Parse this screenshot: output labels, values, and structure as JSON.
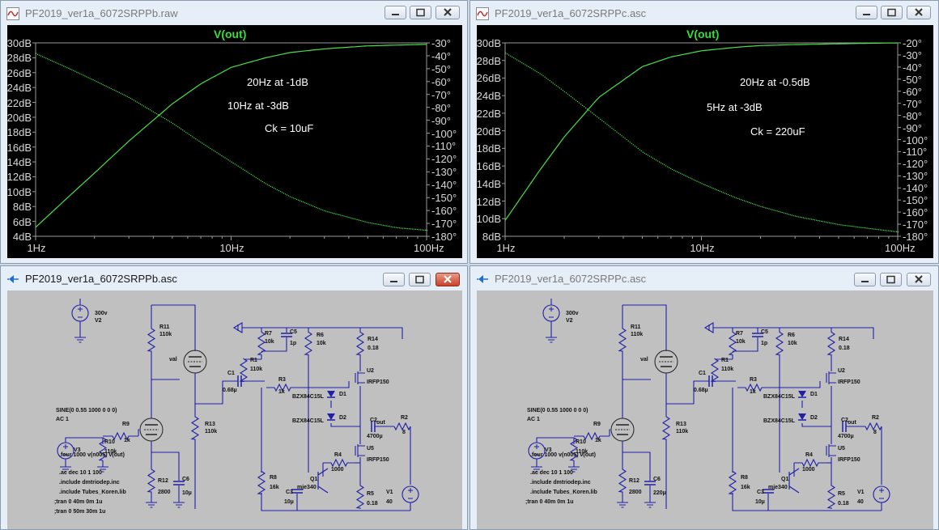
{
  "windows": {
    "plot_b": {
      "title": "PF2019_ver1a_6072SRPPb.raw",
      "trace_label": "V(out)",
      "y_left": [
        "30dB",
        "28dB",
        "26dB",
        "24dB",
        "22dB",
        "20dB",
        "18dB",
        "16dB",
        "14dB",
        "12dB",
        "10dB",
        "8dB",
        "6dB",
        "4dB"
      ],
      "y_right": [
        "-30°",
        "-40°",
        "-50°",
        "-60°",
        "-70°",
        "-80°",
        "-90°",
        "-100°",
        "-110°",
        "-120°",
        "-130°",
        "-140°",
        "-150°",
        "-160°",
        "-170°",
        "-180°"
      ],
      "x_ticks": [
        "1Hz",
        "10Hz",
        "100Hz"
      ],
      "notes": [
        "20Hz at -1dB",
        "10Hz at -3dB",
        "Ck = 10uF"
      ]
    },
    "plot_c": {
      "title": "PF2019_ver1a_6072SRPPc.asc",
      "trace_label": "V(out)",
      "y_left": [
        "30dB",
        "28dB",
        "26dB",
        "24dB",
        "22dB",
        "20dB",
        "18dB",
        "16dB",
        "14dB",
        "12dB",
        "10dB",
        "8dB"
      ],
      "y_right": [
        "-20°",
        "-30°",
        "-40°",
        "-50°",
        "-60°",
        "-70°",
        "-80°",
        "-90°",
        "-100°",
        "-110°",
        "-120°",
        "-130°",
        "-140°",
        "-150°",
        "-160°",
        "-170°",
        "-180°"
      ],
      "x_ticks": [
        "1Hz",
        "10Hz",
        "100Hz"
      ],
      "notes": [
        "20Hz at -0.5dB",
        "5Hz at -3dB",
        "Ck = 220uF"
      ]
    },
    "sch_b": {
      "title": "PF2019_ver1a_6072SRPPb.asc",
      "labels": {
        "v2_val": "300v",
        "v2": "V2",
        "r11": "R11",
        "r11_val": "110k",
        "val": "val",
        "c1": "C1",
        "c1_val": "0.68µ",
        "r13": "R13",
        "r13_val": "110k",
        "r7": "R7",
        "r7_val": "10k",
        "c5": "C5",
        "c5_val": "1p",
        "r6": "R6",
        "r6_val": "10k",
        "r14": "R14",
        "r14_val": "0.18",
        "r1": "R1",
        "r1_val": "110k",
        "r3": "R3",
        "r3_val": "1k",
        "u2": "U2",
        "u2_val": "IRFP150",
        "d1_part": "BZX84C15L",
        "d1": "D1",
        "d2_part": "BZX84C15L",
        "d2": "D2",
        "c2": "C2",
        "c2_val": "4700µ",
        "out": "out",
        "r2": "R2",
        "r2_val": "8",
        "sine": "SINE(0 0.55 1000 0 0 0)",
        "ac": "AC 1",
        "r9": "R9",
        "r9_val": "1k",
        "r10": "R10",
        "r10_val": "110k",
        "v3": "V3",
        "u5": "U5",
        "u5_val": "IRFP150",
        "r4": "R4",
        "r4_val": "1000",
        "q1": "Q1",
        "q1_val": "mje340",
        "r8": "R8",
        "r8_val": "16k",
        "c3": "C3",
        "c3_val": "10µ",
        "r5": "R5",
        "r5_val": "0.18",
        "v1": "V1",
        "v1_val": "40",
        "r12": "R12",
        "r12_val": "2800",
        "c6": "C6",
        "c6_val": "10µ"
      },
      "directives": [
        ".four 1000 v(n005) v(out)",
        ".ac dec 10 1 100",
        ".include dmtriodep.inc",
        ".include Tubes_Koren.lib",
        ";tran 0 40m 0m 1u",
        ";tran 0 50m 30m 1u"
      ]
    },
    "sch_c": {
      "title": "PF2019_ver1a_6072SRPPc.asc",
      "labels": {
        "v2_val": "300v",
        "v2": "V2",
        "r11": "R11",
        "r11_val": "110k",
        "val": "val",
        "c1": "C1",
        "c1_val": "0.68µ",
        "r13": "R13",
        "r13_val": "110k",
        "r7": "R7",
        "r7_val": "10k",
        "c5": "C5",
        "c5_val": "1p",
        "r6": "R6",
        "r6_val": "10k",
        "r14": "R14",
        "r14_val": "0.18",
        "r1": "R1",
        "r1_val": "110k",
        "r3": "R3",
        "r3_val": "1k",
        "u2": "U2",
        "u2_val": "IRFP150",
        "d1_part": "BZX84C15L",
        "d1": "D1",
        "d2_part": "BZX84C15L",
        "d2": "D2",
        "c2": "C2",
        "c2_val": "4700µ",
        "out": "out",
        "r2": "R2",
        "r2_val": "8",
        "sine": "SINE(0 0.55 1000 0 0 0)",
        "ac": "AC 1",
        "r9": "R9",
        "r9_val": "1k",
        "r10": "R10",
        "r10_val": "110k",
        "v3": "V3",
        "u5": "U5",
        "u5_val": "IRFP150",
        "r4": "R4",
        "r4_val": "1000",
        "q1": "Q1",
        "q1_val": "mje340",
        "r8": "R8",
        "r8_val": "16k",
        "c3": "C3",
        "c3_val": "10µ",
        "r5": "R5",
        "r5_val": "0.18",
        "v1": "V1",
        "v1_val": "40",
        "r12": "R12",
        "r12_val": "2800",
        "c6": "C6",
        "c6_val": "220µ"
      },
      "directives": [
        ".four 1000 v(n005) v(out)",
        ".ac dec 10 1 100",
        ".include dmtriodep.inc",
        ".include Tubes_Koren.lib",
        ";tran 0 40m 0m 1u"
      ]
    }
  },
  "chart_data": [
    {
      "type": "line",
      "title": "V(out)",
      "x_scale": "log",
      "xlim": [
        1,
        100
      ],
      "x_ticks": [
        "1Hz",
        "10Hz",
        "100Hz"
      ],
      "ylim_left": [
        4,
        30
      ],
      "ylim_right": [
        -180,
        -30
      ],
      "series": [
        {
          "name": "V(out)",
          "style": "solid",
          "color": "#48e048",
          "x": [
            1,
            1.5,
            2,
            3,
            5,
            7,
            10,
            15,
            20,
            30,
            50,
            70,
            100
          ],
          "y": [
            5.2,
            9.5,
            12.5,
            16.8,
            21.8,
            24.5,
            26.7,
            28.0,
            28.7,
            29.2,
            29.6,
            29.7,
            29.8
          ]
        },
        {
          "style": "dotted",
          "color": "#48e048",
          "axis": "right",
          "x": [
            1,
            1.5,
            2,
            3,
            5,
            7,
            10,
            15,
            20,
            30,
            50,
            70,
            100
          ],
          "y": [
            -38,
            -50,
            -59,
            -72,
            -92,
            -107,
            -122,
            -139,
            -149,
            -160,
            -169,
            -173,
            -175
          ]
        }
      ]
    },
    {
      "type": "line",
      "title": "V(out)",
      "x_scale": "log",
      "xlim": [
        1,
        100
      ],
      "x_ticks": [
        "1Hz",
        "10Hz",
        "100Hz"
      ],
      "ylim_left": [
        8,
        30
      ],
      "ylim_right": [
        -180,
        -20
      ],
      "series": [
        {
          "name": "V(out)",
          "style": "solid",
          "color": "#48e048",
          "x": [
            1,
            1.5,
            2,
            3,
            5,
            7,
            10,
            15,
            20,
            30,
            50,
            70,
            100
          ],
          "y": [
            9.8,
            15.5,
            19.3,
            23.8,
            27.3,
            28.4,
            29.1,
            29.5,
            29.7,
            29.8,
            29.9,
            29.95,
            30.0
          ]
        },
        {
          "style": "dotted",
          "color": "#48e048",
          "axis": "right",
          "x": [
            1,
            1.5,
            2,
            3,
            5,
            7,
            10,
            15,
            20,
            30,
            50,
            70,
            100
          ],
          "y": [
            -28,
            -45,
            -60,
            -82,
            -110,
            -124,
            -136,
            -148,
            -155,
            -163,
            -170,
            -173,
            -176
          ]
        }
      ]
    }
  ],
  "colors": {
    "wire": "#1f1fa8",
    "plot_bg": "#000000",
    "trace": "#48e048",
    "title_text": "#7a7a7a"
  }
}
